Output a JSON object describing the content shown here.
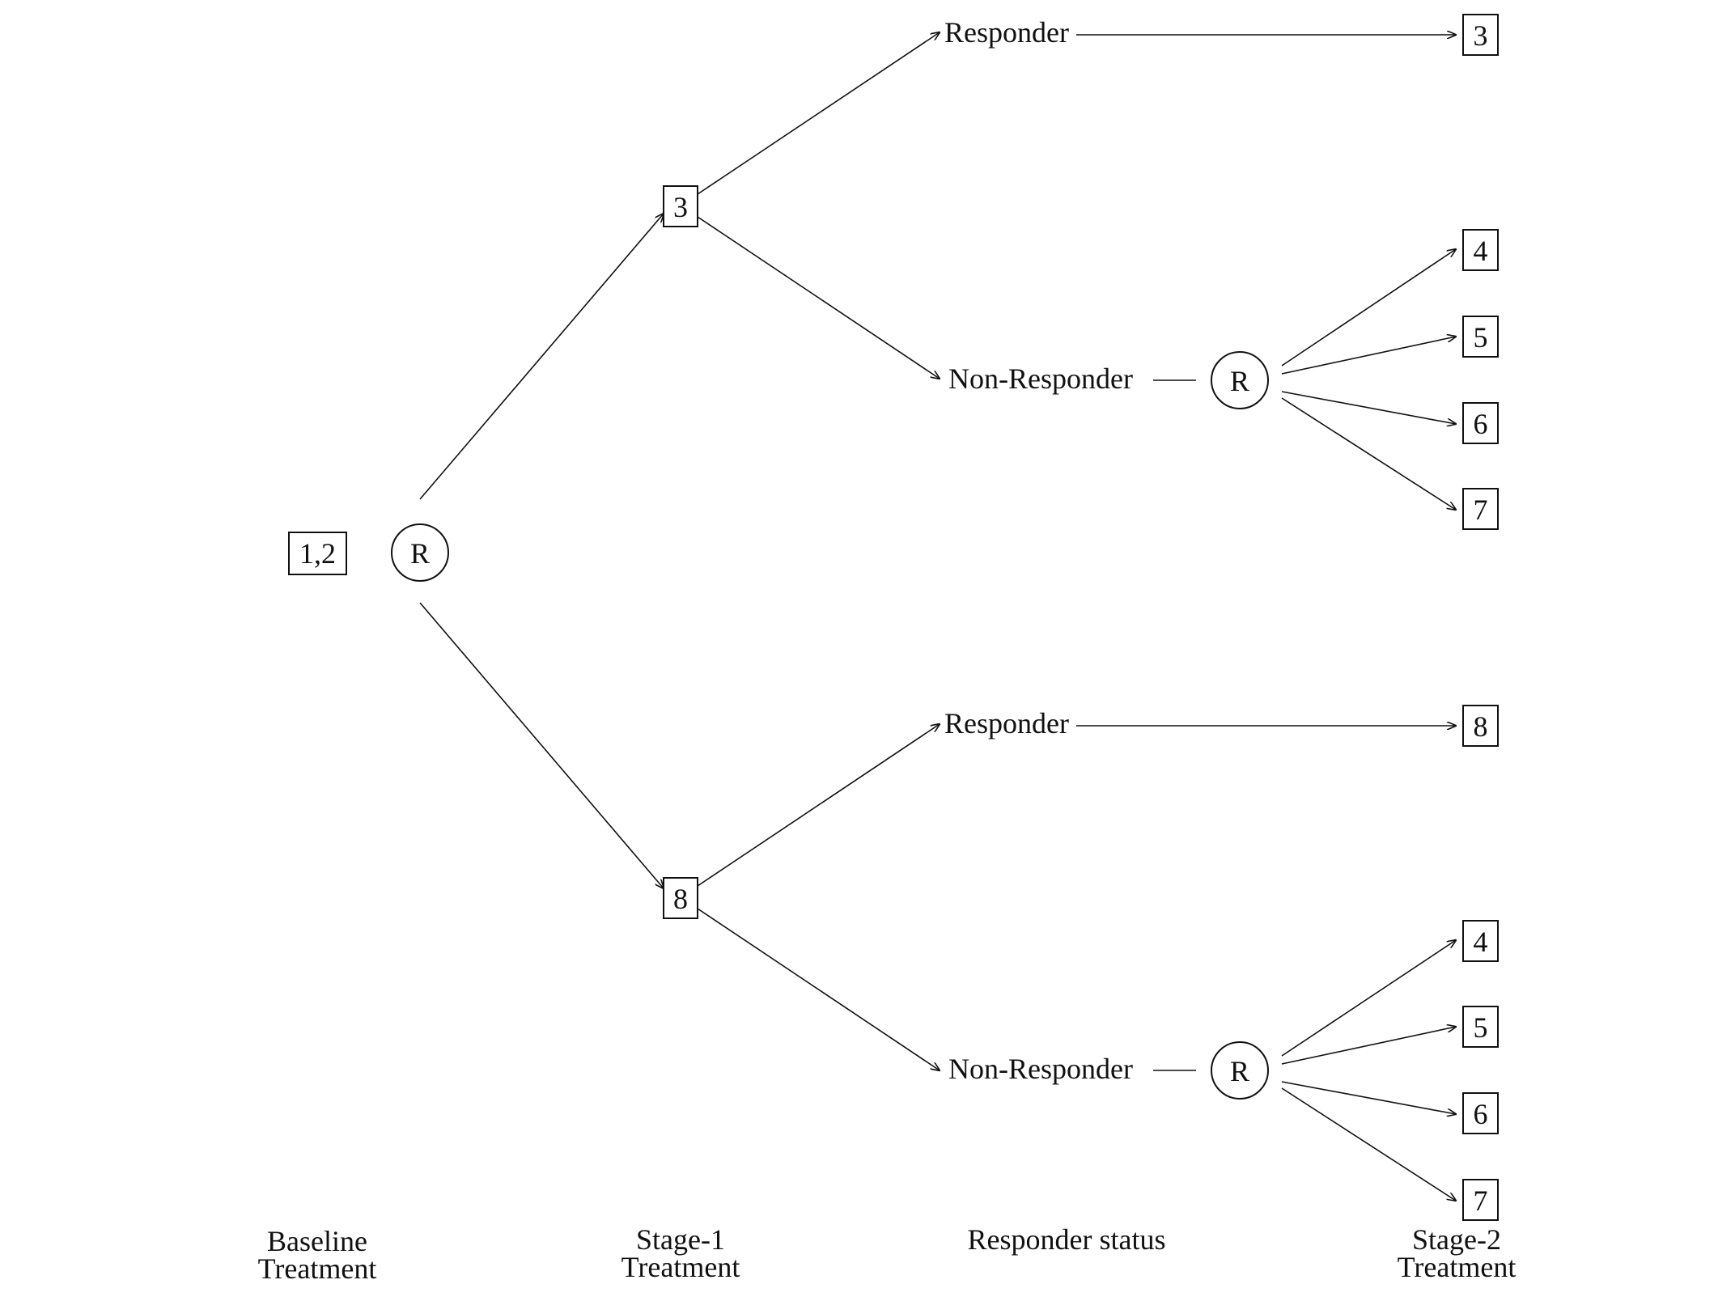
{
  "baseline": {
    "box": "1,2",
    "randomize": "R"
  },
  "stage1": [
    {
      "box": "3",
      "responder": {
        "label": "Responder",
        "box": "3"
      },
      "non_responder": {
        "label": "Non-Responder",
        "randomize": "R",
        "boxes": [
          "4",
          "5",
          "6",
          "7"
        ]
      }
    },
    {
      "box": "8",
      "responder": {
        "label": "Responder",
        "box": "8"
      },
      "non_responder": {
        "label": "Non-Responder",
        "randomize": "R",
        "boxes": [
          "4",
          "5",
          "6",
          "7"
        ]
      }
    }
  ],
  "columns": {
    "baseline": [
      "Baseline",
      "Treatment"
    ],
    "stage1": [
      "Stage-1",
      "Treatment"
    ],
    "responder_status": [
      "Responder status"
    ],
    "stage2": [
      "Stage-2",
      "Treatment"
    ]
  }
}
